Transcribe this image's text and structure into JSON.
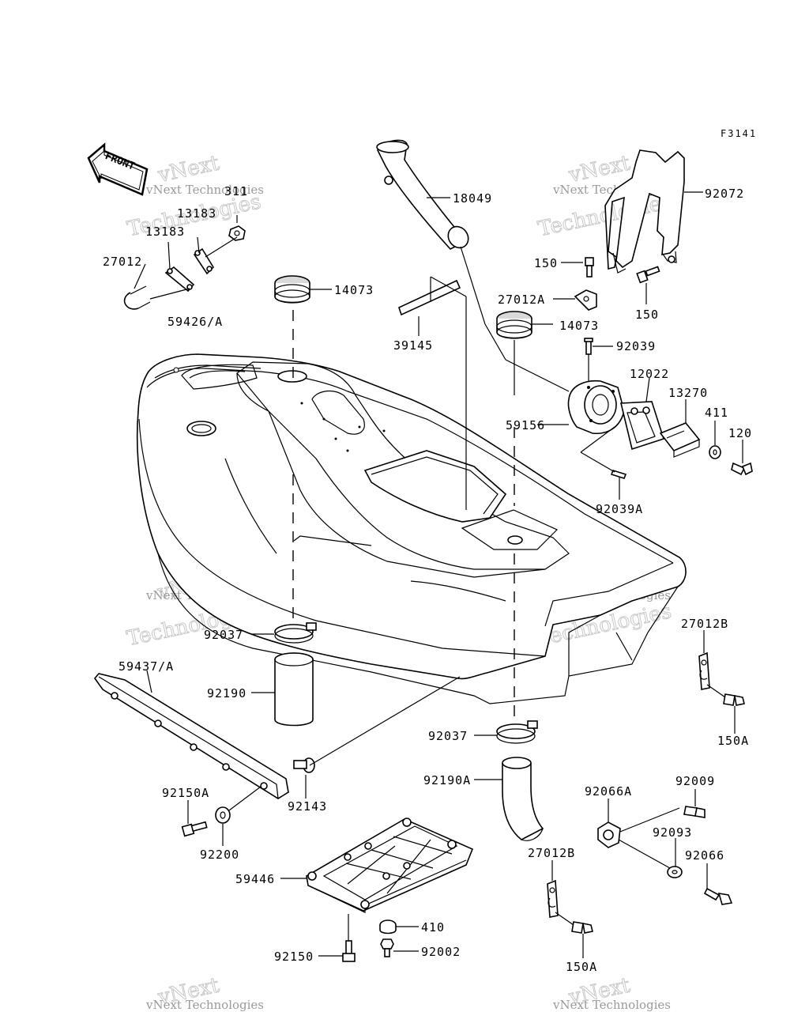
{
  "figure_code": "F3141",
  "front_label": "FRONT",
  "watermark": {
    "line1": "vNext",
    "line2": "vNext Technologies",
    "line3": "Technologies"
  },
  "parts": [
    {
      "id": "p311",
      "label": "311"
    },
    {
      "id": "p13183a",
      "label": "13183"
    },
    {
      "id": "p13183b",
      "label": "13183"
    },
    {
      "id": "p27012",
      "label": "27012"
    },
    {
      "id": "p59426",
      "label": "59426/A"
    },
    {
      "id": "p14073a",
      "label": "14073"
    },
    {
      "id": "p18049",
      "label": "18049"
    },
    {
      "id": "p39145",
      "label": "39145"
    },
    {
      "id": "p92072",
      "label": "92072"
    },
    {
      "id": "p150a",
      "label": "150"
    },
    {
      "id": "p27012A",
      "label": "27012A"
    },
    {
      "id": "p150b",
      "label": "150"
    },
    {
      "id": "p14073b",
      "label": "14073"
    },
    {
      "id": "p92039",
      "label": "92039"
    },
    {
      "id": "p12022",
      "label": "12022"
    },
    {
      "id": "p13270",
      "label": "13270"
    },
    {
      "id": "p59156",
      "label": "59156"
    },
    {
      "id": "p411",
      "label": "411"
    },
    {
      "id": "p120",
      "label": "120"
    },
    {
      "id": "p92039A",
      "label": "92039A"
    },
    {
      "id": "p92037a",
      "label": "92037"
    },
    {
      "id": "p27012B",
      "label": "27012B"
    },
    {
      "id": "p59437",
      "label": "59437/A"
    },
    {
      "id": "p92190",
      "label": "92190"
    },
    {
      "id": "p150Aa",
      "label": "150A"
    },
    {
      "id": "p92037b",
      "label": "92037"
    },
    {
      "id": "p92190A",
      "label": "92190A"
    },
    {
      "id": "p92143",
      "label": "92143"
    },
    {
      "id": "p92150A",
      "label": "92150A"
    },
    {
      "id": "p92200",
      "label": "92200"
    },
    {
      "id": "p92066A",
      "label": "92066A"
    },
    {
      "id": "p92009",
      "label": "92009"
    },
    {
      "id": "p92093",
      "label": "92093"
    },
    {
      "id": "p92066",
      "label": "92066"
    },
    {
      "id": "p27012Bb",
      "label": "27012B"
    },
    {
      "id": "p59446",
      "label": "59446"
    },
    {
      "id": "p410",
      "label": "410"
    },
    {
      "id": "p92150",
      "label": "92150"
    },
    {
      "id": "p92002",
      "label": "92002"
    },
    {
      "id": "p150Ab",
      "label": "150A"
    }
  ]
}
